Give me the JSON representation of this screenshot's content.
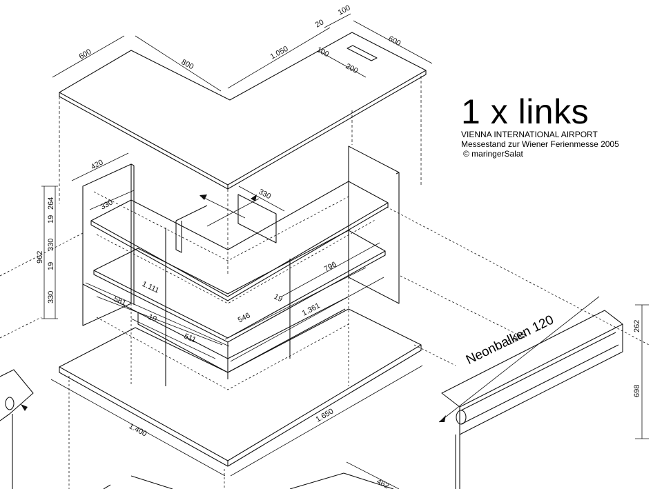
{
  "title": {
    "heading": "1 x links",
    "line1": "VIENNA INTERNATIONAL AIRPORT",
    "line2": "Messestand zur Wiener Ferienmesse 2005",
    "line3": "© maringerSalat"
  },
  "label_neon": "Neonbalken 120",
  "dimensions": {
    "top_left_depth": "600",
    "top_left_len": "800",
    "top_right_len": "1.050",
    "top_right_depth": "600",
    "slot_20": "20",
    "slot_100a": "100",
    "slot_100b": "100",
    "slot_200": "200",
    "shelf_420": "420",
    "shelf_330a": "330",
    "shelf_330b": "330",
    "h_264": "264",
    "h_19a": "19",
    "h_330a": "330",
    "h_19b": "19",
    "h_330b": "330",
    "h_962": "962",
    "d_1111": "1.111",
    "d_796": "796",
    "d_581": "581",
    "d_19c": "19",
    "d_19d": "19",
    "d_546": "546",
    "d_1361": "1.361",
    "d_511": "511",
    "base_1400": "1.400",
    "base_1650": "1.650",
    "neon_1355": "1.355",
    "neon_262": "262",
    "neon_698": "698",
    "bottom_462": "462"
  }
}
